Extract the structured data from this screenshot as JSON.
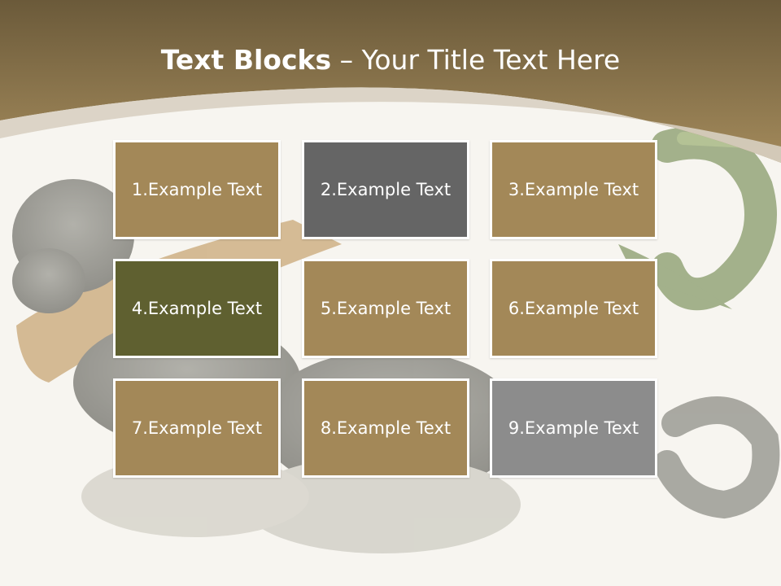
{
  "slide": {
    "title_bold": "Text Blocks",
    "title_rest": " – Your Title Text Here",
    "colors": {
      "header_top": "#6b5a3a",
      "header_bottom": "#a38a5b",
      "background": "#f7f5f0"
    }
  },
  "blocks": [
    {
      "label": "1.Example Text",
      "color": "#a38858"
    },
    {
      "label": "2.Example Text",
      "color": "#656565"
    },
    {
      "label": "3.Example Text",
      "color": "#a38858"
    },
    {
      "label": "4.Example Text",
      "color": "#5f6030"
    },
    {
      "label": "5.Example Text",
      "color": "#a38858"
    },
    {
      "label": "6.Example Text",
      "color": "#a38858"
    },
    {
      "label": "7.Example Text",
      "color": "#a38858"
    },
    {
      "label": "8.Example Text",
      "color": "#a38858"
    },
    {
      "label": "9.Example Text",
      "color": "#8c8c8c"
    }
  ]
}
